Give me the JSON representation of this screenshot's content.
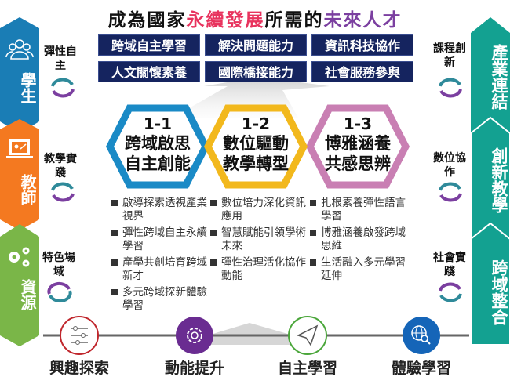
{
  "title": {
    "part1": "成為國家",
    "part2": "永續發展",
    "part3": "所需的",
    "part4": "未來人才"
  },
  "competencies": [
    "跨域自主學習",
    "解決問題能力",
    "資訊科技協作",
    "人文關懷素養",
    "國際橋接能力",
    "社會服務參與"
  ],
  "left_pillars": [
    {
      "label": "學生",
      "icon": "people-icon"
    },
    {
      "label": "教師",
      "icon": "presentation-icon"
    },
    {
      "label": "資源",
      "icon": "gears-icon"
    }
  ],
  "left_labels": [
    "彈性自主",
    "教學實踐",
    "特色場域"
  ],
  "right_pillars": [
    "產業連結",
    "創新教學",
    "跨域整合"
  ],
  "right_labels": [
    "課程創新",
    "數位協作",
    "社會實踐"
  ],
  "hexagons": [
    {
      "num": "1-1",
      "line1": "跨域啟思",
      "line2": "自主創能",
      "color": "#1a8ac6",
      "items": [
        "啟導探索透視產業視界",
        "彈性跨域自主永續學習",
        "產學共創培育跨域新才",
        "多元跨域探新體驗學習"
      ]
    },
    {
      "num": "1-2",
      "line1": "數位驅動",
      "line2": "教學轉型",
      "color": "#f2b81c",
      "items": [
        "數位培力深化資訊應用",
        "智慧賦能引領學術未來",
        "彈性治理活化協作動能"
      ]
    },
    {
      "num": "1-3",
      "line1": "博雅涵養",
      "line2": "共感思辨",
      "color": "#c97fb3",
      "items": [
        "扎根素養彈性語言學習",
        "博雅涵養啟發跨域思維",
        "生活融入多元學習延伸"
      ]
    }
  ],
  "bottom": [
    {
      "label": "興趣探索",
      "icon": "sliders-icon",
      "color": "#c0272d"
    },
    {
      "label": "動能提升",
      "icon": "gear-icon",
      "color": "#6a2c91"
    },
    {
      "label": "自主學習",
      "icon": "paper-plane-icon",
      "color": "#4aa63a"
    },
    {
      "label": "體驗學習",
      "icon": "globe-search-icon",
      "color": "#1565b8"
    }
  ],
  "colors": {
    "navy": "#15245f",
    "blue": "#1a7db5",
    "orange": "#f47920",
    "green": "#7ab648",
    "teal": "#13a191",
    "pink": "#e8335e",
    "purple": "#7b3fa0"
  }
}
